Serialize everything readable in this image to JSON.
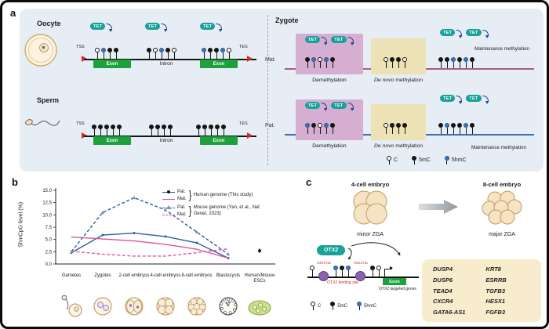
{
  "panels": {
    "a": {
      "label": "a",
      "tet": "TET",
      "oocyte": {
        "title": "Oocyte",
        "tss": "TSS",
        "tes": "TES",
        "exon1": "Exon",
        "intron": "Intron",
        "exon2": "Exon",
        "lollipops_g1": [
          "w",
          "b",
          "k",
          "k"
        ],
        "lollipops_g2": [
          "k",
          "w",
          "b",
          "k",
          "w"
        ],
        "lollipops_g3": [
          "b",
          "k",
          "k",
          "b",
          "w"
        ]
      },
      "sperm": {
        "title": "Sperm",
        "tss": "TSS",
        "tes": "TES",
        "exon1": "Exon",
        "intron": "Intron",
        "exon2": "Exon",
        "lollipops_g1": [
          "k",
          "k",
          "k",
          "k",
          "k"
        ],
        "lollipops_g2": [
          "k",
          "k",
          "k",
          "k"
        ],
        "lollipops_g3": [
          "k",
          "k",
          "k",
          "k",
          "k"
        ]
      },
      "zygote": {
        "title": "Zygote",
        "mat": {
          "label": "Mat.",
          "demethylation": {
            "caption": "Demethylation",
            "lollipops": [
              "k",
              "b",
              "w",
              "b",
              "k"
            ]
          },
          "denovo": {
            "caption_i": "De novo",
            "caption_rest": " methylation",
            "lollipops": [
              "w",
              "k",
              "k",
              "w"
            ]
          },
          "maintenance": {
            "caption": "Maintenance methylation",
            "lollipops": [
              "k",
              "k",
              "b",
              "k",
              "b",
              "k"
            ]
          }
        },
        "pat": {
          "label": "Pat.",
          "demethylation": {
            "caption": "Demethylation",
            "lollipops": [
              "b",
              "k",
              "w",
              "b",
              "k"
            ]
          },
          "denovo": {
            "caption_i": "De novo",
            "caption_rest": " methylation",
            "lollipops": [
              "w",
              "k",
              "k",
              "k"
            ]
          },
          "maintenance": {
            "caption": "Maintenance methylation",
            "lollipops": [
              "k",
              "b",
              "k",
              "k",
              "b",
              "k"
            ]
          }
        }
      },
      "legend": {
        "c": "C",
        "mc": "5mC",
        "hmc": "5hmC"
      }
    },
    "b": {
      "label": "b"
    },
    "c": {
      "label": "c",
      "four_cell": {
        "title": "4-cell embryo",
        "caption": "minor ZGA"
      },
      "eight_cell": {
        "title": "8-cell embryo",
        "caption": "major ZGA"
      },
      "otx2": "OTX2",
      "h3k27ac": "H3K27ac",
      "binding_site": "OTX2 binding site",
      "exon": "Exon",
      "targeted_genes": "OTX2 targeted genes",
      "legend": {
        "c": "C",
        "mc": "5mC",
        "hmc": "5hmC"
      },
      "genes": {
        "col1": [
          "DUSP4",
          "DUSP6",
          "TEAD4",
          "CXCR4",
          "GATA6-AS1"
        ],
        "col2": [
          "KRT8",
          "ESRRB",
          "TGFB3",
          "HESX1",
          "FGFB3"
        ]
      },
      "dna_lollipops_left": [
        "w"
      ],
      "dna_lollipops_mid": [
        "b",
        "k",
        "b"
      ],
      "dna_lollipops_right": [
        "k",
        "w"
      ]
    }
  },
  "chart_data": {
    "type": "line",
    "title": "",
    "ylabel": "5hmCpG level (%)",
    "ylim": [
      0,
      15
    ],
    "yticks": [
      "0.0",
      "2.5",
      "5.0",
      "7.5",
      "10.0",
      "12.5",
      "15.0"
    ],
    "categories": [
      "Gametes",
      "Zygotes",
      "2-cell embryos",
      "4-cell embryos",
      "8-cell embryos",
      "Blastocysts",
      "Human/Mouse ESCs"
    ],
    "series": [
      {
        "name": "Pat. Human genome (This study)",
        "color": "#2a5fa5",
        "dashed": false,
        "marker": "circle",
        "values": [
          2.3,
          5.9,
          6.3,
          5.6,
          4.3,
          1.2,
          null
        ]
      },
      {
        "name": "Mat. Human genome (This study)",
        "color": "#e0509b",
        "dashed": false,
        "marker": "none",
        "values": [
          5.5,
          5.1,
          4.7,
          4.0,
          3.0,
          1.2,
          null
        ]
      },
      {
        "name": "Pat. Mouse genome (Yan, et al., Nat Genet, 2023)",
        "color": "#2a5fa5",
        "dashed": true,
        "marker": "triangle",
        "values": [
          2.5,
          10.5,
          13.5,
          11.0,
          6.5,
          2.0,
          null
        ]
      },
      {
        "name": "Mat. Mouse genome (Yan, et al., Nat Genet, 2023)",
        "color": "#e0509b",
        "dashed": true,
        "marker": "none",
        "values": [
          2.6,
          2.0,
          1.6,
          1.6,
          2.3,
          3.1,
          null
        ]
      }
    ],
    "esc_point": {
      "category_index": 6,
      "value": 2.7,
      "color": "#111111",
      "marker": "diamond"
    },
    "legend": {
      "pat_label": "Pat.",
      "mat_label": "Mat.",
      "human_caption": "Human genome (This study)",
      "mouse_caption": "Mouse genome (Yan, et al., Nat Genet, 2023)"
    },
    "grid": false,
    "legend_position": "upper right"
  }
}
